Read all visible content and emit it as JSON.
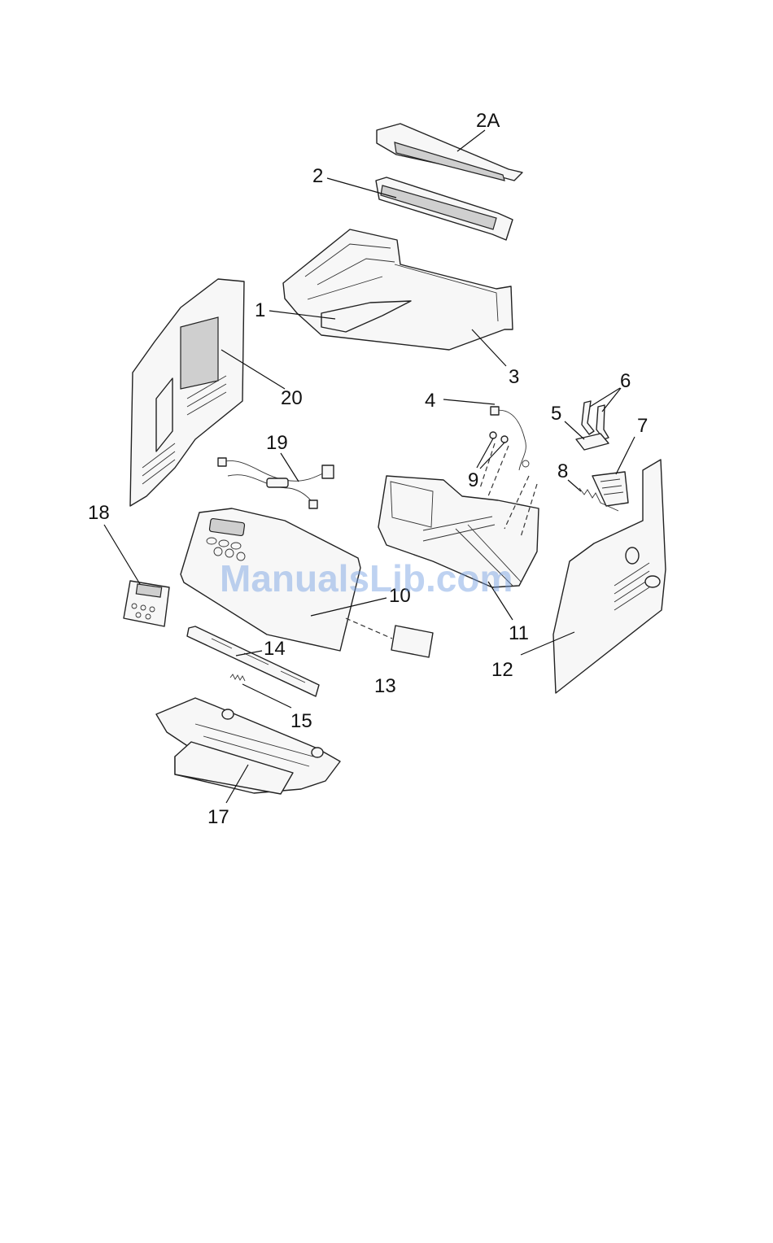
{
  "diagram": {
    "callouts": {
      "c2A": "2A",
      "c2": "2",
      "c1": "1",
      "c3": "3",
      "c20": "20",
      "c4": "4",
      "c6": "6",
      "c5": "5",
      "c7": "7",
      "c19": "19",
      "c9": "9",
      "c8": "8",
      "c18": "18",
      "c10": "10",
      "c11": "11",
      "c12": "12",
      "c14": "14",
      "c13": "13",
      "c15": "15",
      "c17": "17"
    },
    "watermark": "ManualsLib.com"
  }
}
